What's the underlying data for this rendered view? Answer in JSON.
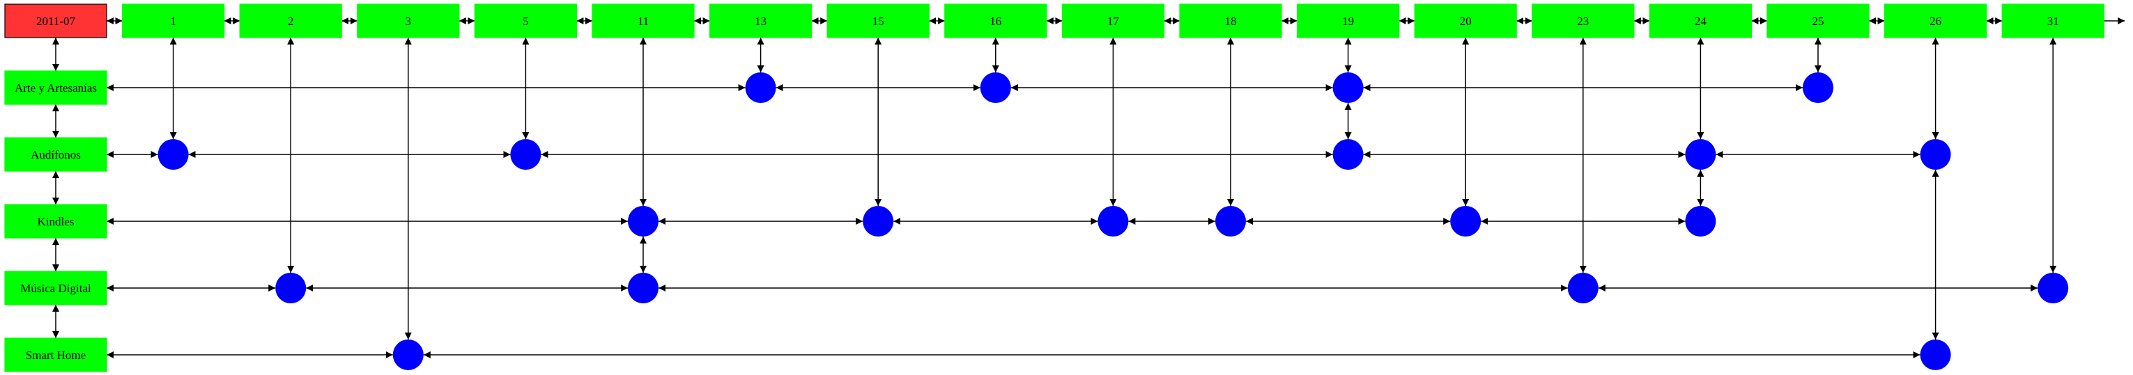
{
  "colors": {
    "header_fill": "#ff3333",
    "box_fill": "#00ff00",
    "node_fill": "#0000ff",
    "edge": "#000000",
    "background": "#ffffff"
  },
  "header": {
    "label": "2011-07"
  },
  "days": [
    "1",
    "2",
    "3",
    "5",
    "11",
    "13",
    "15",
    "16",
    "17",
    "18",
    "19",
    "20",
    "23",
    "24",
    "25",
    "26",
    "31"
  ],
  "categories": [
    "Arte y Artesanías",
    "Audífonos",
    "Kindles",
    "Música Digital",
    "Smart Home"
  ],
  "events": [
    {
      "category": 0,
      "days": [
        "13",
        "16",
        "19",
        "25"
      ]
    },
    {
      "category": 1,
      "days": [
        "1",
        "5",
        "19",
        "24",
        "26"
      ]
    },
    {
      "category": 2,
      "days": [
        "11",
        "15",
        "17",
        "18",
        "20",
        "24"
      ]
    },
    {
      "category": 3,
      "days": [
        "2",
        "11",
        "23",
        "31"
      ]
    },
    {
      "category": 4,
      "days": [
        "3",
        "26"
      ]
    }
  ]
}
